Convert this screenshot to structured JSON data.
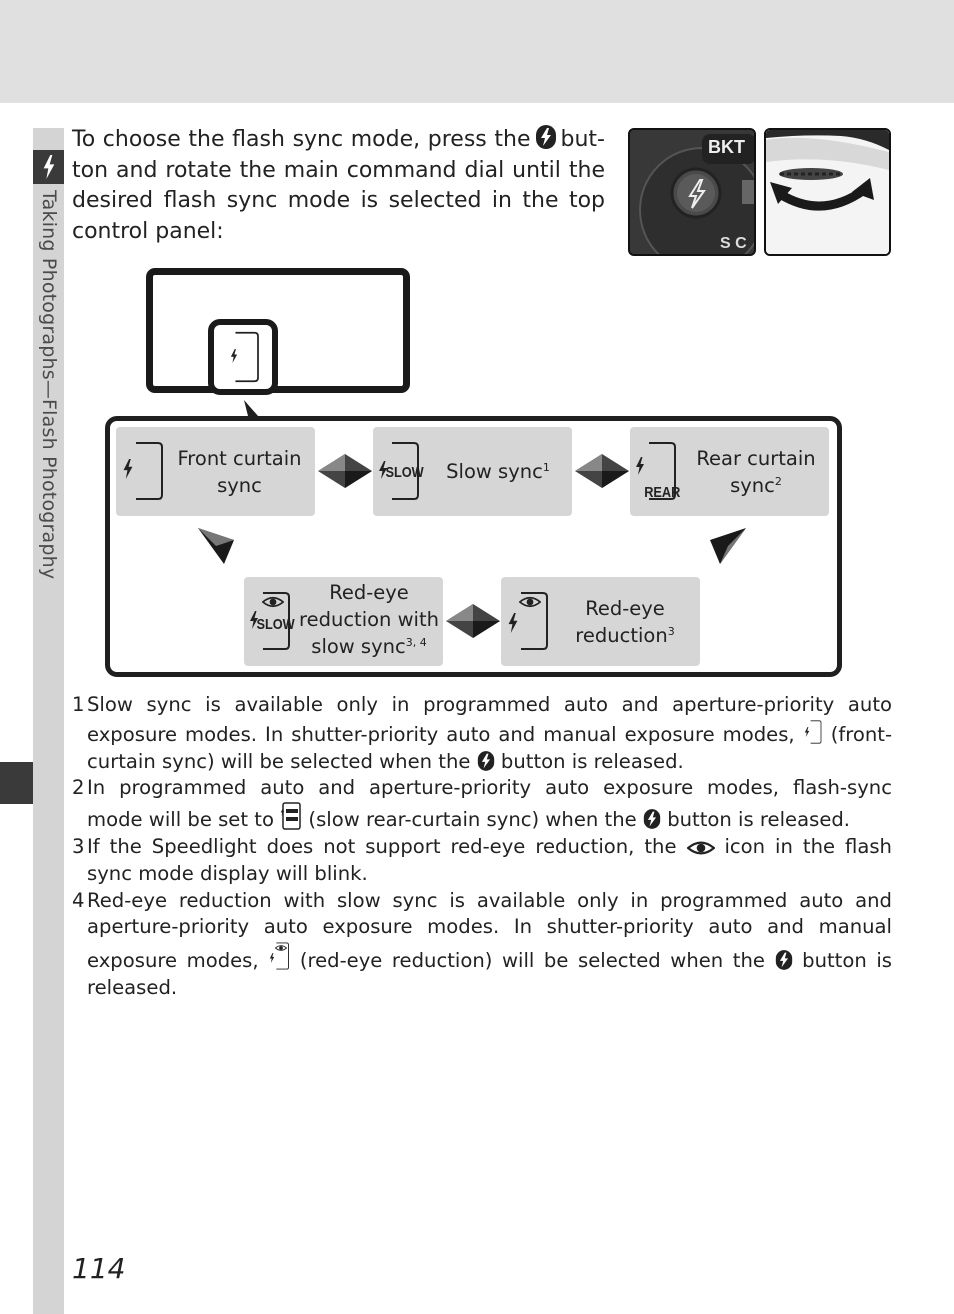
{
  "sidebar": {
    "section_title": "Taking Photographs—Flash Photography",
    "section_icon": "flash-icon"
  },
  "intro": {
    "part1": "To choose the flash sync mode, press the",
    "part2": "but-ton and rotate the main command dial until the desired flash sync mode is selected in the top control panel:"
  },
  "photo": {
    "button_label": "BKT"
  },
  "modes": {
    "front": {
      "label": "Front curtain sync",
      "sup": ""
    },
    "slow": {
      "label": "Slow sync",
      "sup": "1"
    },
    "rear": {
      "label": "Rear curtain sync",
      "sup": "2"
    },
    "redeye_slow": {
      "label": "Red-eye reduction with slow sync",
      "sup": "3, 4"
    },
    "redeye": {
      "label": "Red-eye reduction",
      "sup": "3"
    }
  },
  "icon_text": {
    "slow": "SLOW",
    "rear": "REAR"
  },
  "notes": [
    {
      "num": "1",
      "a": "Slow sync is available only in programmed auto and aperture-priority auto exposure modes.  In shutter-priority auto and manual exposure modes,",
      "b": "(front-curtain sync) will be selected when the",
      "c": "button is released."
    },
    {
      "num": "2",
      "a": "In programmed auto and aperture-priority auto exposure modes, flash-sync mode will be set to",
      "b": "(slow rear-curtain sync) when the",
      "c": "button is released."
    },
    {
      "num": "3",
      "a": "If the Speedlight does not support red-eye reduction, the",
      "b": "icon in the flash sync mode display will blink."
    },
    {
      "num": "4",
      "a": "Red-eye reduction with slow sync is available only in programmed auto and aperture-priority auto exposure modes.  In shutter-priority auto and manual exposure modes,",
      "b": "(red-eye reduction) will be selected when the",
      "c": "button is released."
    }
  ],
  "page_number": "114"
}
